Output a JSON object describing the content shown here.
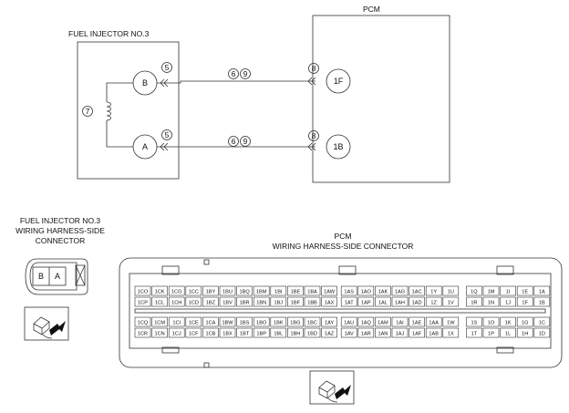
{
  "labels": {
    "pcm_top": "PCM",
    "injector_top": "FUEL INJECTOR NO.3",
    "injector_conn": [
      "FUEL INJECTOR NO.3",
      "WIRING HARNESS-SIDE",
      "CONNECTOR"
    ],
    "pcm_conn": [
      "PCM",
      "WIRING HARNESS-SIDE CONNECTOR"
    ]
  },
  "injector_terminals": {
    "b": "B",
    "a": "A"
  },
  "pcm_terminals": {
    "upper": "1F",
    "lower": "1B"
  },
  "circled_numbers": {
    "coil": "7",
    "injector_side_b": "5",
    "injector_side_a": "5",
    "harness_b": [
      "6",
      "9"
    ],
    "harness_a": [
      "6",
      "9"
    ],
    "pcm_side_b": "8",
    "pcm_side_a": "8"
  },
  "small_connector_pins": [
    "B",
    "A"
  ],
  "pcm_connector": {
    "top_rows": [
      [
        "1CO",
        "1CK",
        "1CG",
        "1CC",
        "1BY",
        "1BU",
        "1BQ",
        "1BM",
        "1BI",
        "1BE",
        "1BA",
        "1AW",
        "1AS",
        "1AO",
        "1AK",
        "1AG",
        "1AC",
        "1Y",
        "1U",
        "1Q",
        "1M",
        "1I",
        "1E",
        "1A"
      ],
      [
        "1CP",
        "1CL",
        "1CH",
        "1CD",
        "1BZ",
        "1BV",
        "1BR",
        "1BN",
        "1BJ",
        "1BF",
        "1BB",
        "1AX",
        "1AT",
        "1AP",
        "1AL",
        "1AH",
        "1AD",
        "1Z",
        "1V",
        "1R",
        "1N",
        "1J",
        "1F",
        "1B"
      ]
    ],
    "bottom_rows": [
      [
        "1CQ",
        "1CM",
        "1CI",
        "1CE",
        "1CA",
        "1BW",
        "1BS",
        "1BO",
        "1BK",
        "1BG",
        "1BC",
        "1AY",
        "1AU",
        "1AQ",
        "1AM",
        "1AI",
        "1AE",
        "1AA",
        "1W",
        "1S",
        "1O",
        "1K",
        "1G",
        "1C"
      ],
      [
        "1CR",
        "1CN",
        "1CJ",
        "1CF",
        "1CB",
        "1BX",
        "1BT",
        "1BP",
        "1BL",
        "1BH",
        "1BD",
        "1AZ",
        "1AV",
        "1AR",
        "1AN",
        "1AJ",
        "1AF",
        "1AB",
        "1X",
        "1T",
        "1P",
        "1L",
        "1H",
        "1D"
      ]
    ]
  }
}
